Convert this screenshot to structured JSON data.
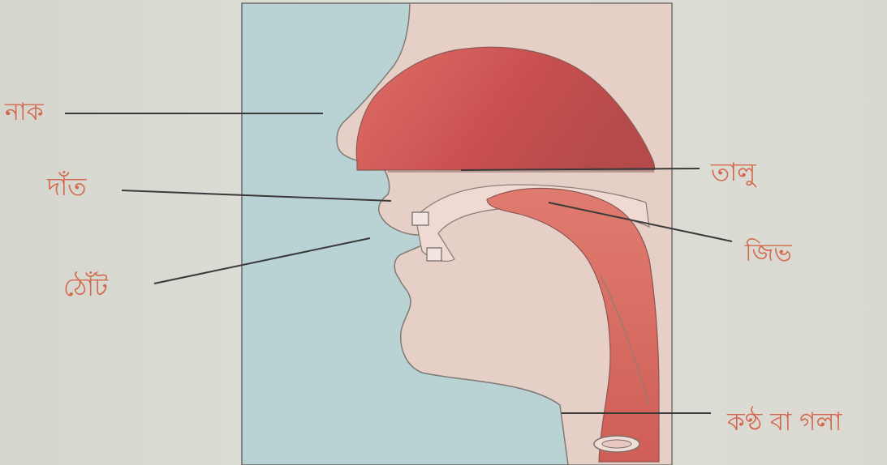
{
  "labels": {
    "nose": "নাক",
    "teeth": "দাঁত",
    "lips": "ঠোঁট",
    "palate": "তালু",
    "tongue": "জিভ",
    "throat": "কণ্ঠ বা গলা"
  },
  "colors": {
    "background": "#d9dad2",
    "sky": "#b9d3d4",
    "skin": "#e6cfc6",
    "nasal_cavity": "#c95552",
    "tongue": "#d86a62",
    "label_text": "#d4684f",
    "leader_line": "#3a3a3a"
  }
}
